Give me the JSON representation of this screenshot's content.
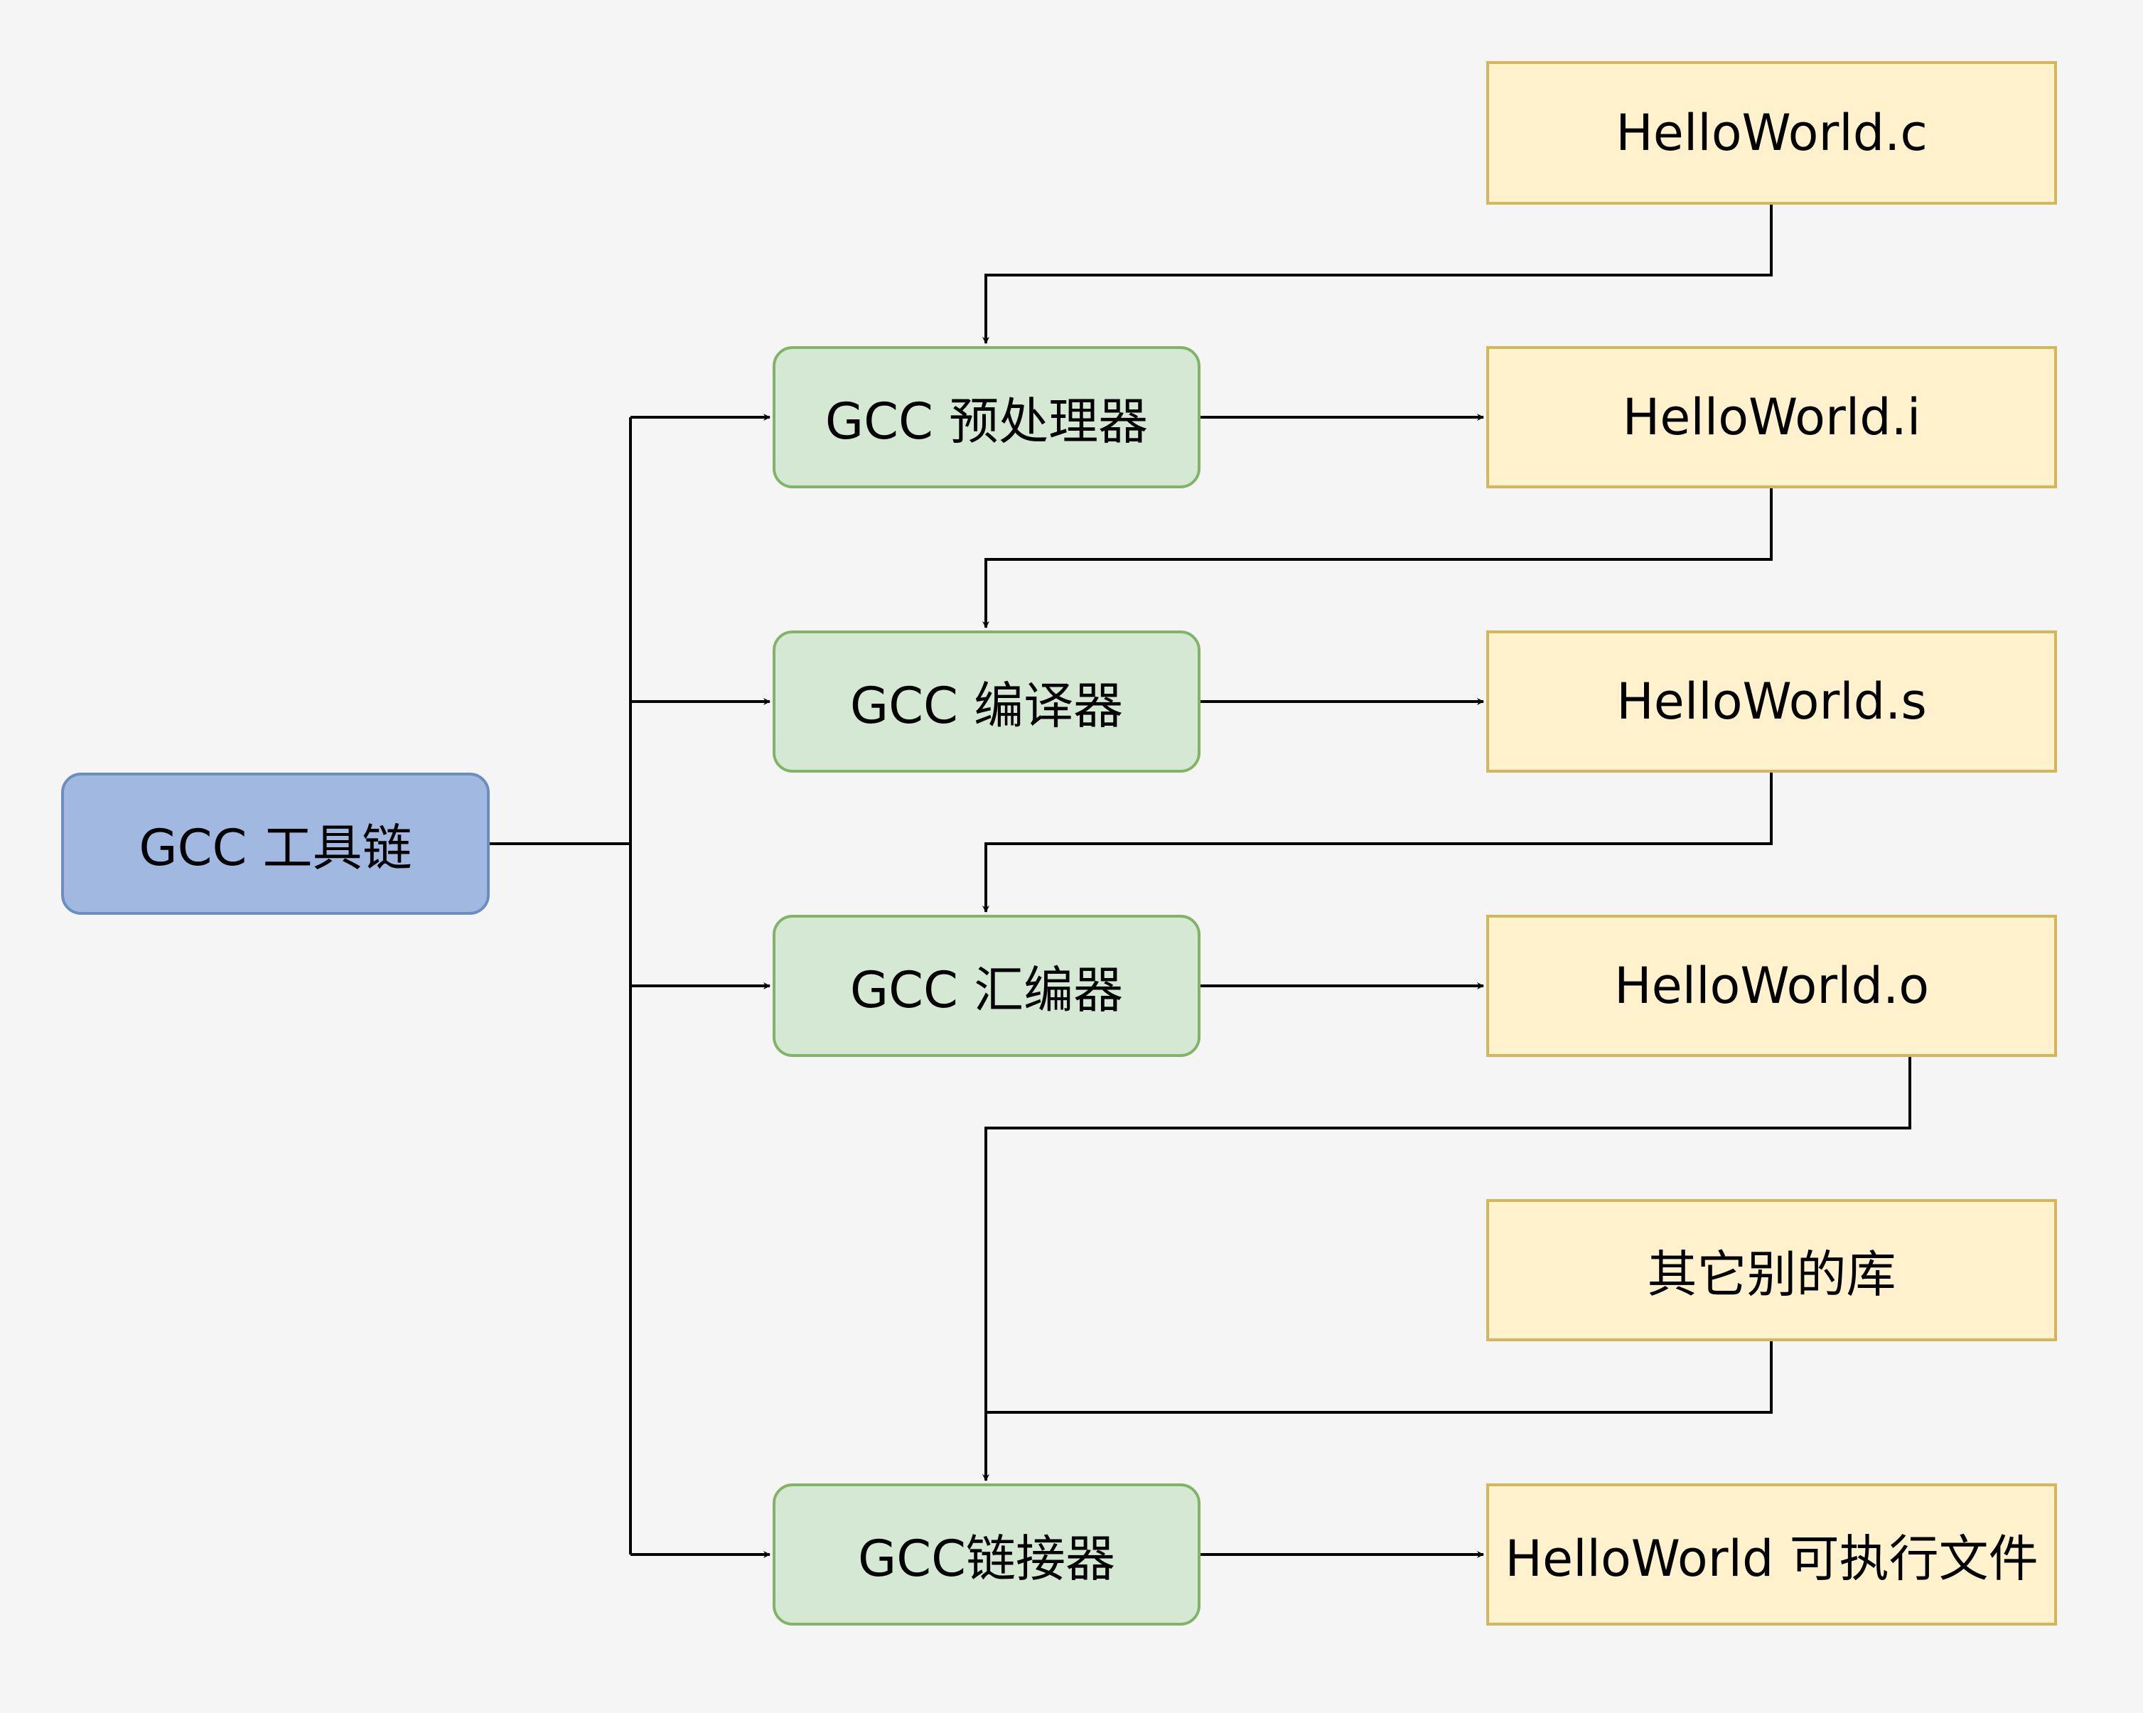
{
  "nodes": {
    "toolchain": "GCC 工具链",
    "preprocessor": "GCC 预处理器",
    "compiler": "GCC 编译器",
    "assembler": "GCC 汇编器",
    "linker": "GCC链接器"
  },
  "files": {
    "source": "HelloWorld.c",
    "preprocessed": "HelloWorld.i",
    "assembly": "HelloWorld.s",
    "object": "HelloWorld.o",
    "other_libs": "其它别的库",
    "executable": "HelloWorld 可执行文件"
  },
  "colors": {
    "background": "#f5f5f5",
    "toolchain_fill": "#a1b9e0",
    "toolchain_border": "#6c8ebf",
    "tool_fill": "#d5e8d4",
    "tool_border": "#82b366",
    "file_fill": "#fff2cc",
    "file_border": "#d6b656",
    "edge": "#000000"
  }
}
